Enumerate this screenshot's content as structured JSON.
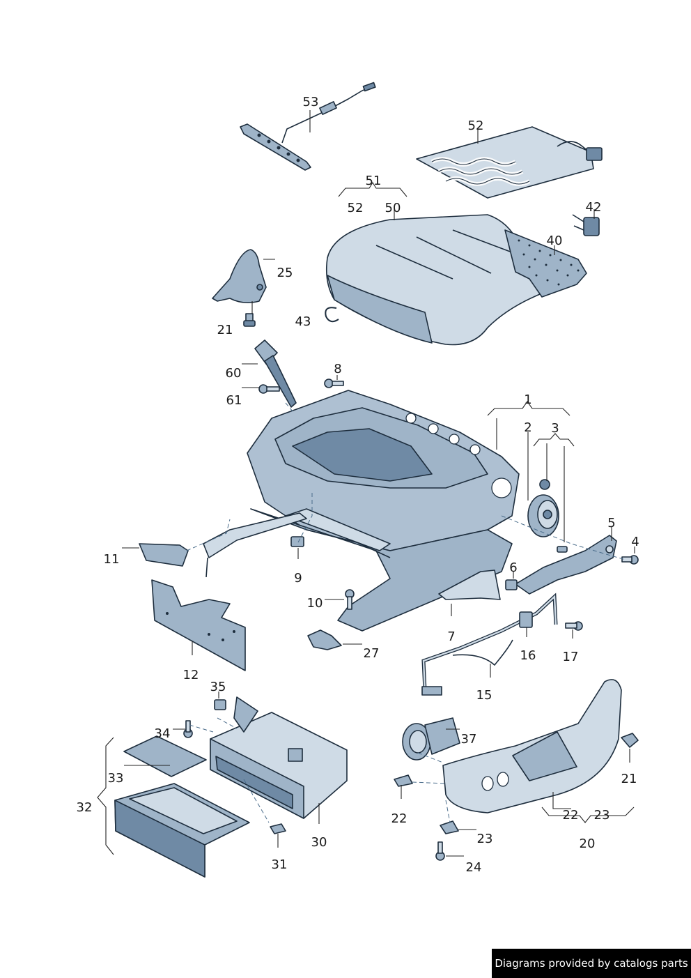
{
  "footer": {
    "credit": "Diagrams provided by catalogs parts"
  },
  "callouts": {
    "c53": "53",
    "c52a": "52",
    "c51": "51",
    "c52b": "52",
    "c50": "50",
    "c42": "42",
    "c40": "40",
    "c25": "25",
    "c43": "43",
    "c21a": "21",
    "c60": "60",
    "c8": "8",
    "c61": "61",
    "c1": "1",
    "c2": "2",
    "c3": "3",
    "c5": "5",
    "c4": "4",
    "c11": "11",
    "c9": "9",
    "c6": "6",
    "c10": "10",
    "c7": "7",
    "c16": "16",
    "c17": "17",
    "c27": "27",
    "c12": "12",
    "c15": "15",
    "c35": "35",
    "c34": "34",
    "c37": "37",
    "c21b": "21",
    "c33": "33",
    "c32": "32",
    "c22a": "22",
    "c22b": "22",
    "c23a": "23",
    "c23b": "23",
    "c30": "30",
    "c20": "20",
    "c24": "24",
    "c31": "31"
  }
}
